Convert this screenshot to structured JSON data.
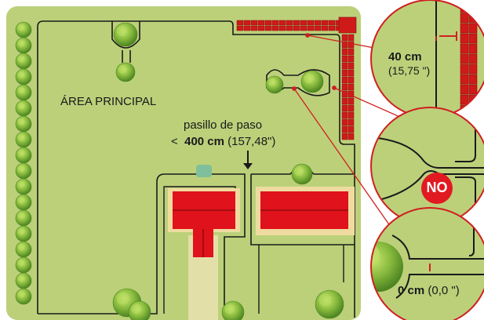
{
  "colors": {
    "lawn": "#bcd07a",
    "lawn_light": "#d7e3a6",
    "boundary": "#1a1a1a",
    "tree": "#7fb23a",
    "tree_light": "#b7dc5e",
    "tree_dark": "#4f8a22",
    "building": "#e0121b",
    "building_bg": "#efdba0",
    "path": "#e3dfa8",
    "station": "#7fbf9b",
    "brick": "#cf1a1a",
    "callout_line": "#d01f1f",
    "no_badge": "#e11a22"
  },
  "labels": {
    "main_area": "ÁREA PRINCIPAL",
    "passage_title": "pasillo de paso",
    "passage_lt": "<",
    "passage_value": "400 cm",
    "passage_inch": "(157,48\")"
  },
  "callouts": {
    "top": {
      "value": "40 cm",
      "inch": "(15,75 \")"
    },
    "middle": {
      "badge": "NO"
    },
    "bottom": {
      "value": "0 cm",
      "inch": "(0,0 \")"
    }
  }
}
